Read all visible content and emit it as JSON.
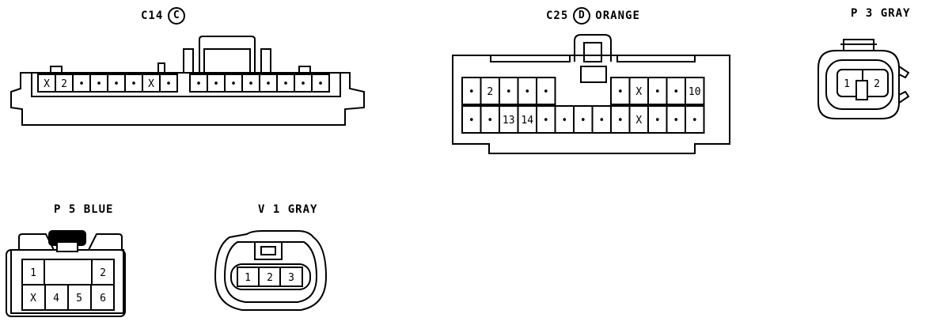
{
  "connectors": {
    "c14": {
      "name": "C14",
      "letter": "C",
      "pins": [
        "X",
        "2",
        "•",
        "•",
        "•",
        "•",
        "X",
        "•",
        "",
        "•",
        "•",
        "•",
        "•",
        "•",
        "•",
        "•",
        "•"
      ]
    },
    "c25": {
      "name": "C25",
      "letter": "D",
      "color": "ORANGE",
      "row1": [
        "•",
        "2",
        "•",
        "•",
        "•",
        "",
        "",
        "",
        "•",
        "X",
        "•",
        "•",
        "10"
      ],
      "row2": [
        "•",
        "•",
        "13",
        "14",
        "•",
        "•",
        "•",
        "•",
        "•",
        "X",
        "•",
        "•",
        "•"
      ]
    },
    "p3": {
      "name": "P 3",
      "color": "GRAY",
      "pins": [
        "1",
        "2"
      ]
    },
    "p5": {
      "name": "P 5",
      "color": "BLUE",
      "top": [
        "1",
        "2"
      ],
      "bottom": [
        "X",
        "4",
        "5",
        "6"
      ]
    },
    "v1": {
      "name": "V 1",
      "color": "GRAY",
      "pins": [
        "1",
        "2",
        "3"
      ]
    }
  }
}
